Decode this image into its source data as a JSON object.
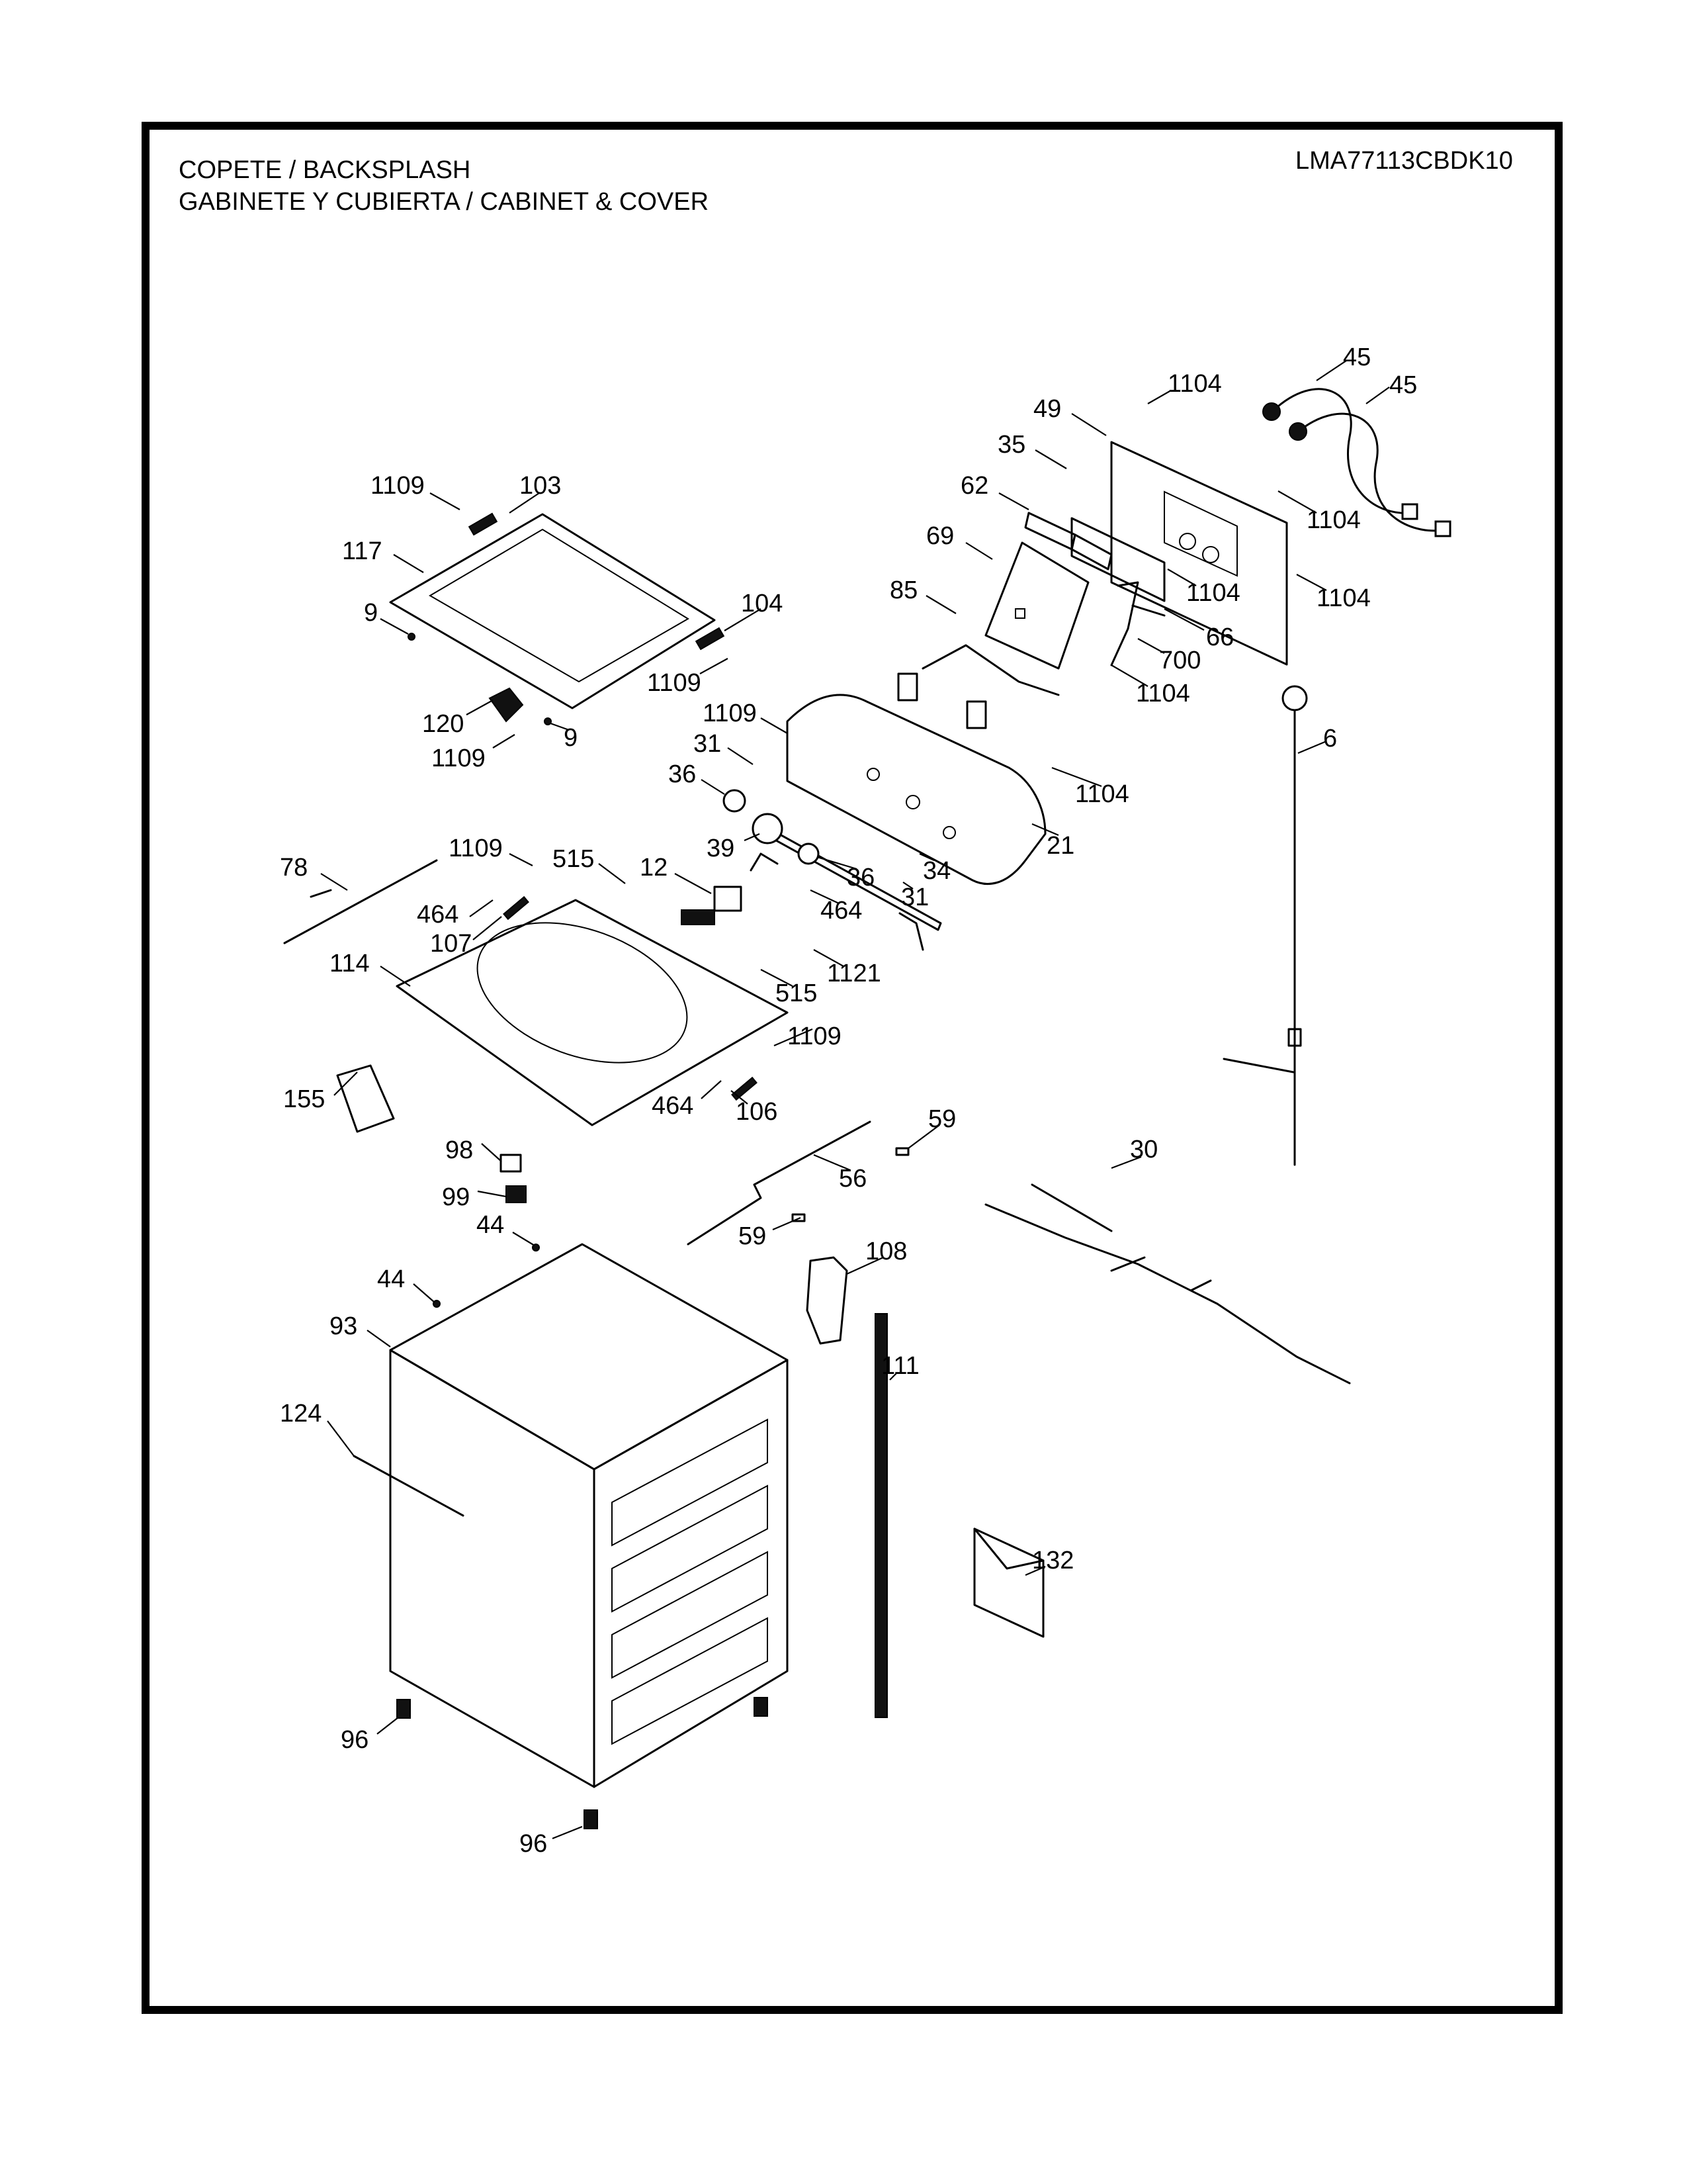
{
  "header": {
    "title_line1": "COPETE / BACKSPLASH",
    "title_line2": "GABINETE Y CUBIERTA / CABINET & COVER",
    "model_number": "LMA77113CBDK10"
  },
  "colors": {
    "ink": "#000000",
    "paper": "#ffffff"
  },
  "callouts": [
    {
      "id": "c1",
      "label": "1104",
      "part": "screw"
    },
    {
      "id": "c2",
      "label": "45",
      "part": "inlet-hose"
    },
    {
      "id": "c3",
      "label": "45",
      "part": "inlet-hose"
    },
    {
      "id": "c4",
      "label": "49",
      "part": "rear-panel"
    },
    {
      "id": "c5",
      "label": "35",
      "part": "overlay-strip"
    },
    {
      "id": "c6",
      "label": "62",
      "part": "bracket"
    },
    {
      "id": "c7",
      "label": "1104",
      "part": "screw"
    },
    {
      "id": "c8",
      "label": "69",
      "part": "control-board"
    },
    {
      "id": "c9",
      "label": "1104",
      "part": "screw"
    },
    {
      "id": "c10",
      "label": "1104",
      "part": "screw"
    },
    {
      "id": "c11",
      "label": "66",
      "part": "harness"
    },
    {
      "id": "c12",
      "label": "700",
      "part": "screw"
    },
    {
      "id": "c13",
      "label": "1104",
      "part": "screw"
    },
    {
      "id": "c14",
      "label": "85",
      "part": "switch-harness"
    },
    {
      "id": "c15",
      "label": "104",
      "part": "hinge"
    },
    {
      "id": "c16",
      "label": "1109",
      "part": "screw"
    },
    {
      "id": "c17",
      "label": "1109",
      "part": "screw"
    },
    {
      "id": "c18",
      "label": "103",
      "part": "hinge"
    },
    {
      "id": "c19",
      "label": "117",
      "part": "lid"
    },
    {
      "id": "c20",
      "label": "9",
      "part": "bumper"
    },
    {
      "id": "c21",
      "label": "120",
      "part": "lid-lock"
    },
    {
      "id": "c22",
      "label": "9",
      "part": "bumper"
    },
    {
      "id": "c23",
      "label": "1109",
      "part": "screw"
    },
    {
      "id": "c24",
      "label": "1109",
      "part": "screw"
    },
    {
      "id": "c25",
      "label": "31",
      "part": "end-cap"
    },
    {
      "id": "c26",
      "label": "36",
      "part": "knob"
    },
    {
      "id": "c27",
      "label": "6",
      "part": "power-cord"
    },
    {
      "id": "c28",
      "label": "1104",
      "part": "screw"
    },
    {
      "id": "c29",
      "label": "39",
      "part": "knob"
    },
    {
      "id": "c30",
      "label": "36",
      "part": "knob"
    },
    {
      "id": "c31",
      "label": "34",
      "part": "trim"
    },
    {
      "id": "c32",
      "label": "21",
      "part": "console"
    },
    {
      "id": "c33",
      "label": "31",
      "part": "end-cap"
    },
    {
      "id": "c34",
      "label": "78",
      "part": "harness"
    },
    {
      "id": "c35",
      "label": "1109",
      "part": "screw"
    },
    {
      "id": "c36",
      "label": "515",
      "part": "screw"
    },
    {
      "id": "c37",
      "label": "12",
      "part": "water-valve"
    },
    {
      "id": "c38",
      "label": "464",
      "part": "screw"
    },
    {
      "id": "c39",
      "label": "464",
      "part": "screw"
    },
    {
      "id": "c40",
      "label": "107",
      "part": "hinge-pin"
    },
    {
      "id": "c41",
      "label": "114",
      "part": "top-panel"
    },
    {
      "id": "c42",
      "label": "515",
      "part": "screw"
    },
    {
      "id": "c43",
      "label": "1121",
      "part": "screw"
    },
    {
      "id": "c44",
      "label": "1109",
      "part": "screw"
    },
    {
      "id": "c45",
      "label": "155",
      "part": "dispenser"
    },
    {
      "id": "c46",
      "label": "464",
      "part": "screw"
    },
    {
      "id": "c47",
      "label": "106",
      "part": "hinge-pin"
    },
    {
      "id": "c48",
      "label": "59",
      "part": "connector"
    },
    {
      "id": "c49",
      "label": "98",
      "part": "switch-cover"
    },
    {
      "id": "c50",
      "label": "56",
      "part": "harness"
    },
    {
      "id": "c51",
      "label": "99",
      "part": "lid-switch"
    },
    {
      "id": "c52",
      "label": "59",
      "part": "connector"
    },
    {
      "id": "c53",
      "label": "30",
      "part": "main-harness"
    },
    {
      "id": "c54",
      "label": "44",
      "part": "clip"
    },
    {
      "id": "c55",
      "label": "108",
      "part": "bracket"
    },
    {
      "id": "c56",
      "label": "44",
      "part": "clip"
    },
    {
      "id": "c57",
      "label": "93",
      "part": "cabinet"
    },
    {
      "id": "c58",
      "label": "111",
      "part": "drain-hose"
    },
    {
      "id": "c59",
      "label": "124",
      "part": "strap"
    },
    {
      "id": "c60",
      "label": "132",
      "part": "literature"
    },
    {
      "id": "c61",
      "label": "96",
      "part": "leveling-leg"
    },
    {
      "id": "c62",
      "label": "96",
      "part": "leveling-leg"
    }
  ]
}
